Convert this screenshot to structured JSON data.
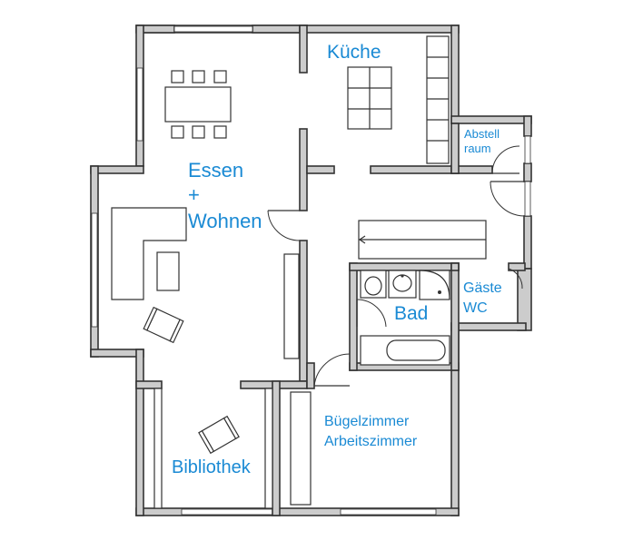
{
  "rooms": {
    "kueche": "Küche",
    "abstell_line1": "Abstell",
    "abstell_line2": "raum",
    "essen_line1": "Essen",
    "essen_line2": "+",
    "essen_line3": "Wohnen",
    "gaeste_line1": "Gäste",
    "gaeste_line2": "WC",
    "bad": "Bad",
    "buegel_line1": "Bügelzimmer",
    "buegel_line2": "Arbeitszimmer",
    "bibliothek": "Bibliothek"
  },
  "colors": {
    "label": "#1a8ad4",
    "wall_fill": "#cccccc",
    "line": "#333333"
  }
}
